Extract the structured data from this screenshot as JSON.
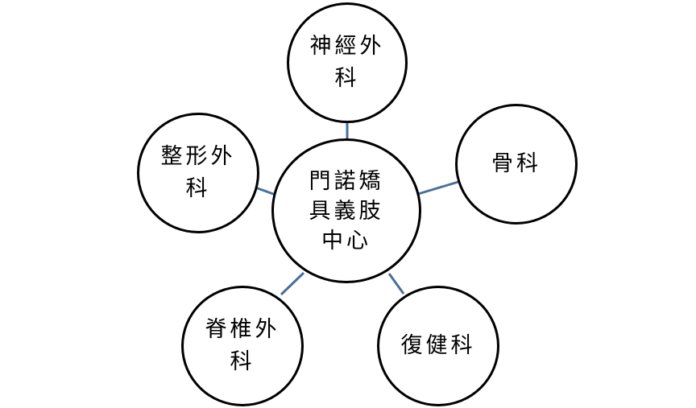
{
  "colors": {
    "connector": "#4a6f9a",
    "node_border": "#000000",
    "node_fill": "#ffffff",
    "text": "#000000"
  },
  "center": {
    "label": "門諾矯\n具義肢\n中心"
  },
  "satellites": [
    {
      "id": "neurosurgery",
      "label": "神經外\n科"
    },
    {
      "id": "orthopedics",
      "label": "骨科"
    },
    {
      "id": "rehabilitation",
      "label": "復健科"
    },
    {
      "id": "spine-surgery",
      "label": "脊椎外\n科"
    },
    {
      "id": "plastic-surgery",
      "label": "整形外\n科"
    }
  ]
}
